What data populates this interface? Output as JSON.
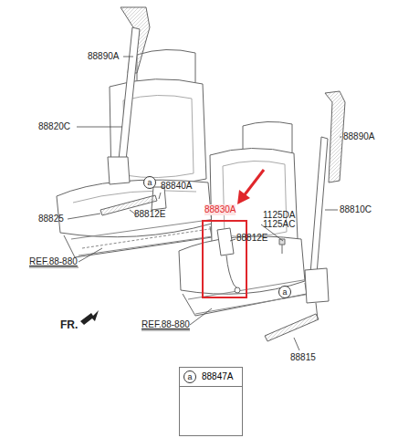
{
  "diagram": {
    "nodes": [
      {
        "text": [
          "88847A"
        ]
      },
      {
        "text": [
          "a"
        ],
        "in": 0
      },
      {
        "text": [
          "a"
        ]
      },
      {
        "text": [
          "a"
        ]
      }
    ],
    "labels": [
      "88890A",
      "88820C",
      "88840A",
      "88825",
      "88812E",
      "REF.88-880",
      "FR.",
      "88890A",
      "88830A",
      "1125DA",
      "1125AC",
      "88812E",
      "88810C",
      "REF.88-880",
      "88815"
    ]
  }
}
